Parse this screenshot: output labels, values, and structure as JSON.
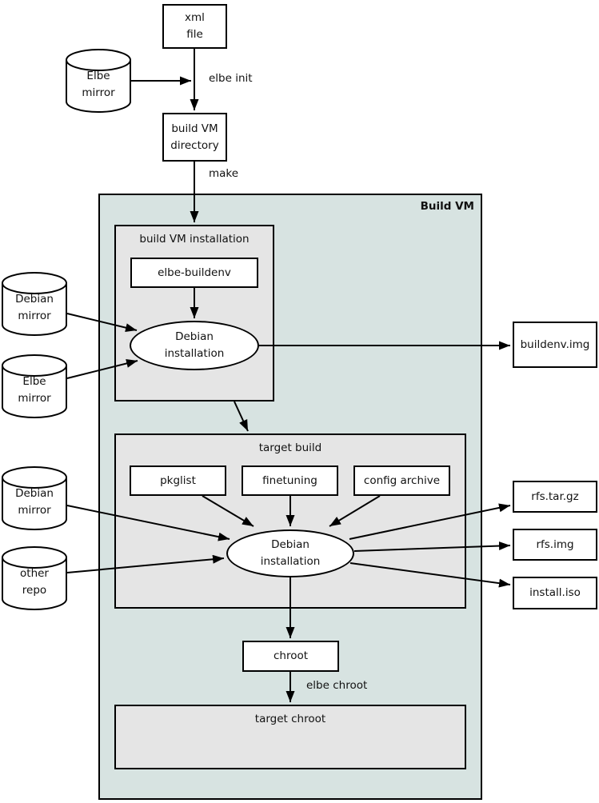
{
  "diagram": {
    "containers": {
      "build_vm": {
        "label": "Build VM"
      },
      "build_vm_installation": {
        "label": "build VM installation"
      },
      "target_build": {
        "label": "target build"
      },
      "target_chroot": {
        "label": "target chroot"
      }
    },
    "nodes": {
      "xml_file": {
        "lines": [
          "xml",
          "file"
        ]
      },
      "build_vm_directory": {
        "lines": [
          "build VM",
          "directory"
        ]
      },
      "elbe_buildenv": {
        "label": "elbe-buildenv"
      },
      "debian_installation_1": {
        "lines": [
          "Debian",
          "installation"
        ]
      },
      "debian_installation_2": {
        "lines": [
          "Debian",
          "installation"
        ]
      },
      "pkglist": {
        "label": "pkglist"
      },
      "finetuning": {
        "label": "finetuning"
      },
      "config_archive": {
        "label": "config archive"
      },
      "chroot": {
        "label": "chroot"
      },
      "buildenv_img": {
        "label": "buildenv.img"
      },
      "rfs_tar_gz": {
        "label": "rfs.tar.gz"
      },
      "rfs_img": {
        "label": "rfs.img"
      },
      "install_iso": {
        "label": "install.iso"
      }
    },
    "cylinders": {
      "elbe_mirror_top": {
        "lines": [
          "Elbe",
          "mirror"
        ]
      },
      "debian_mirror_1": {
        "lines": [
          "Debian",
          "mirror"
        ]
      },
      "elbe_mirror_2": {
        "lines": [
          "Elbe",
          "mirror"
        ]
      },
      "debian_mirror_2": {
        "lines": [
          "Debian",
          "mirror"
        ]
      },
      "other_repo": {
        "lines": [
          "other",
          "repo"
        ]
      }
    },
    "edge_labels": {
      "elbe_init": "elbe init",
      "make": "make",
      "elbe_chroot": "elbe chroot"
    },
    "colors": {
      "vm_fill": "#d7e3e1",
      "group_fill": "#e5e5e5",
      "node_fill": "#ffffff",
      "line": "#000000",
      "text": "#111111"
    }
  }
}
